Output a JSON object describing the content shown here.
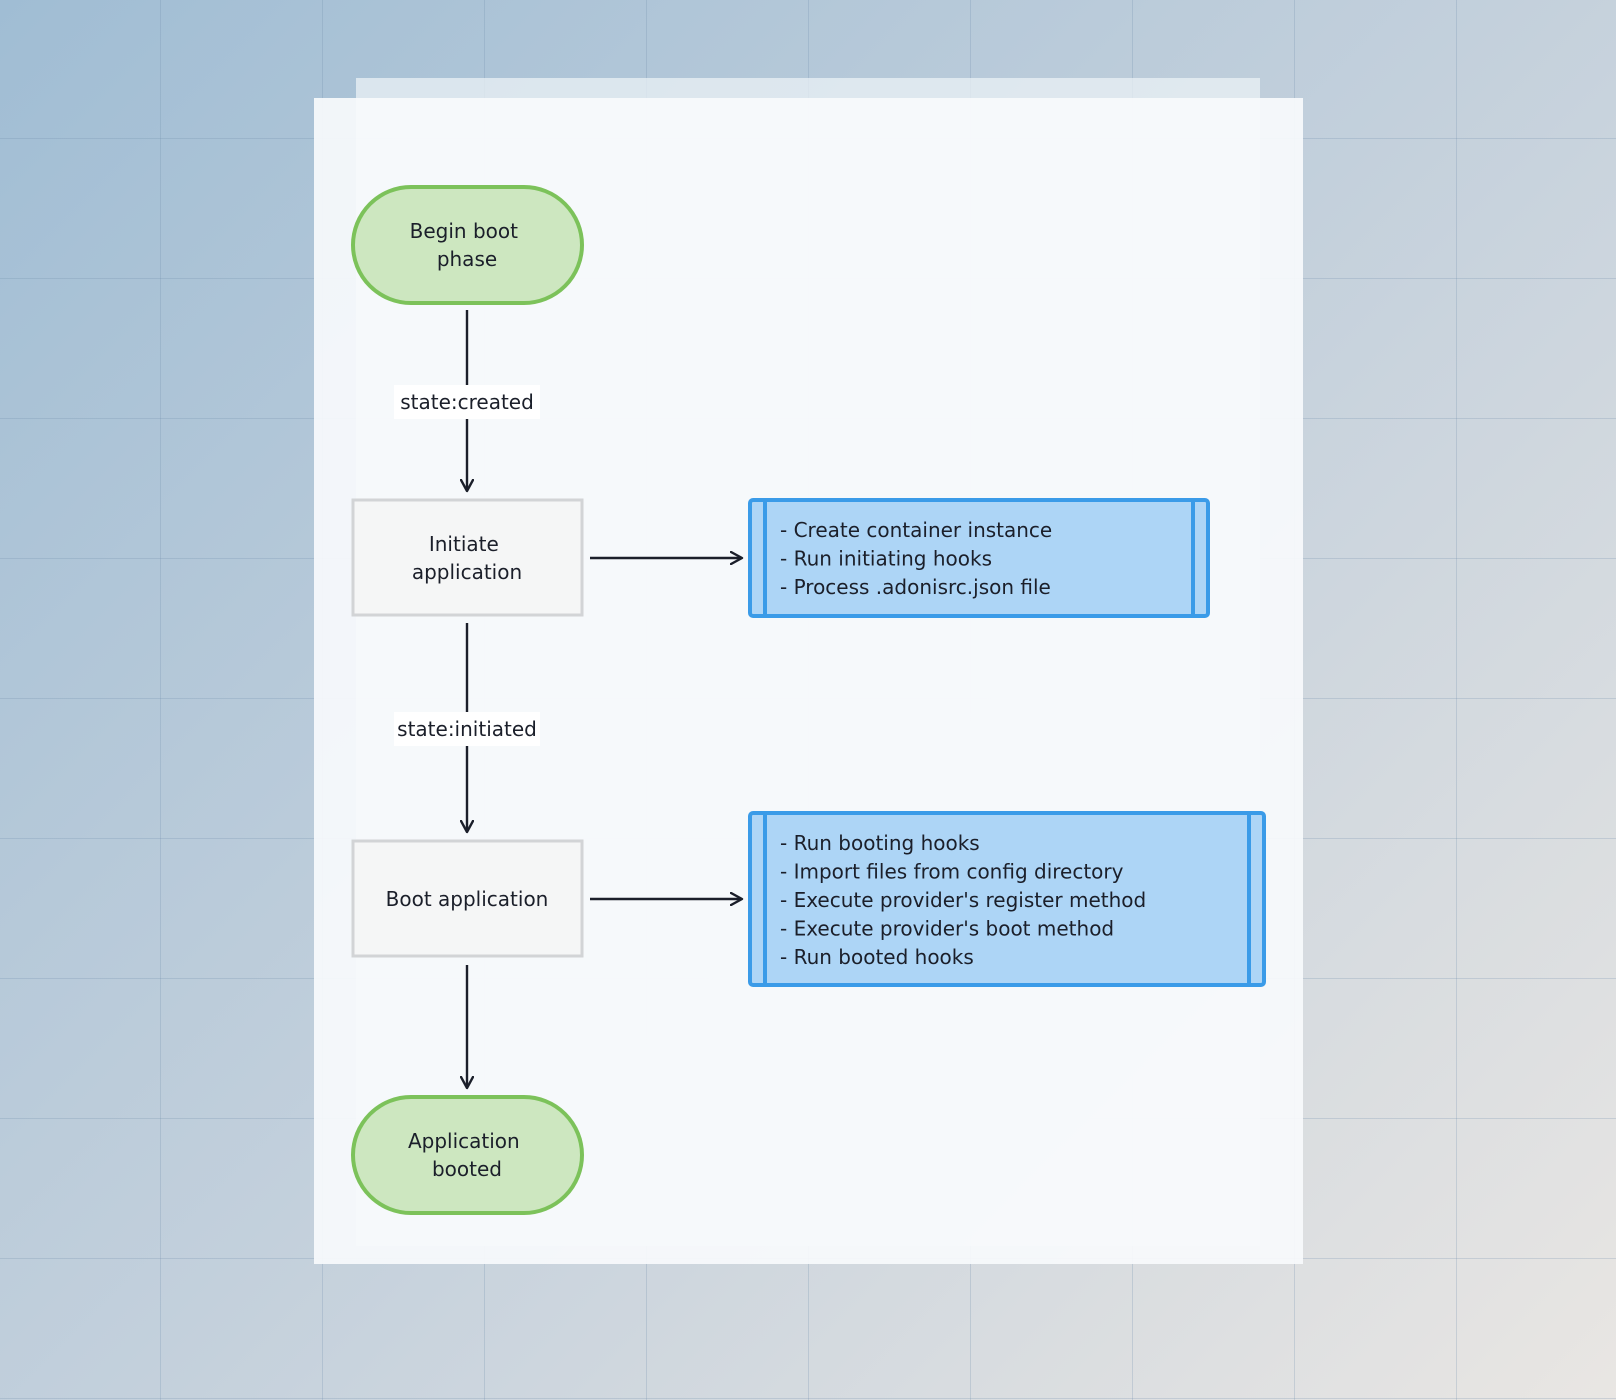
{
  "colors": {
    "terminal_fill": "#cde7c0",
    "terminal_stroke": "#7cc25a",
    "process_fill": "#f5f6f6",
    "process_stroke": "#d2d4d6",
    "note_fill": "#add5f6",
    "note_stroke": "#3a9be8",
    "edge": "#1b1f2a",
    "label_bg": "#ffffff"
  },
  "nodes": {
    "begin": {
      "lines": [
        "Begin boot",
        "phase"
      ]
    },
    "initiate": {
      "lines": [
        "Initiate",
        "application"
      ]
    },
    "boot": {
      "lines": [
        "Boot application"
      ]
    },
    "booted": {
      "lines": [
        "Application",
        "booted"
      ]
    }
  },
  "edges": {
    "created": {
      "label": "state:created"
    },
    "initiated": {
      "label": "state:initiated"
    }
  },
  "notes": {
    "initiate_steps": {
      "lines": [
        "- Create container instance",
        "- Run initiating hooks",
        "- Process .adonisrc.json file"
      ]
    },
    "boot_steps": {
      "lines": [
        "- Run booting hooks",
        "- Import files from config directory",
        "- Execute provider's register method",
        "- Execute provider's boot method",
        "- Run booted hooks"
      ]
    }
  }
}
